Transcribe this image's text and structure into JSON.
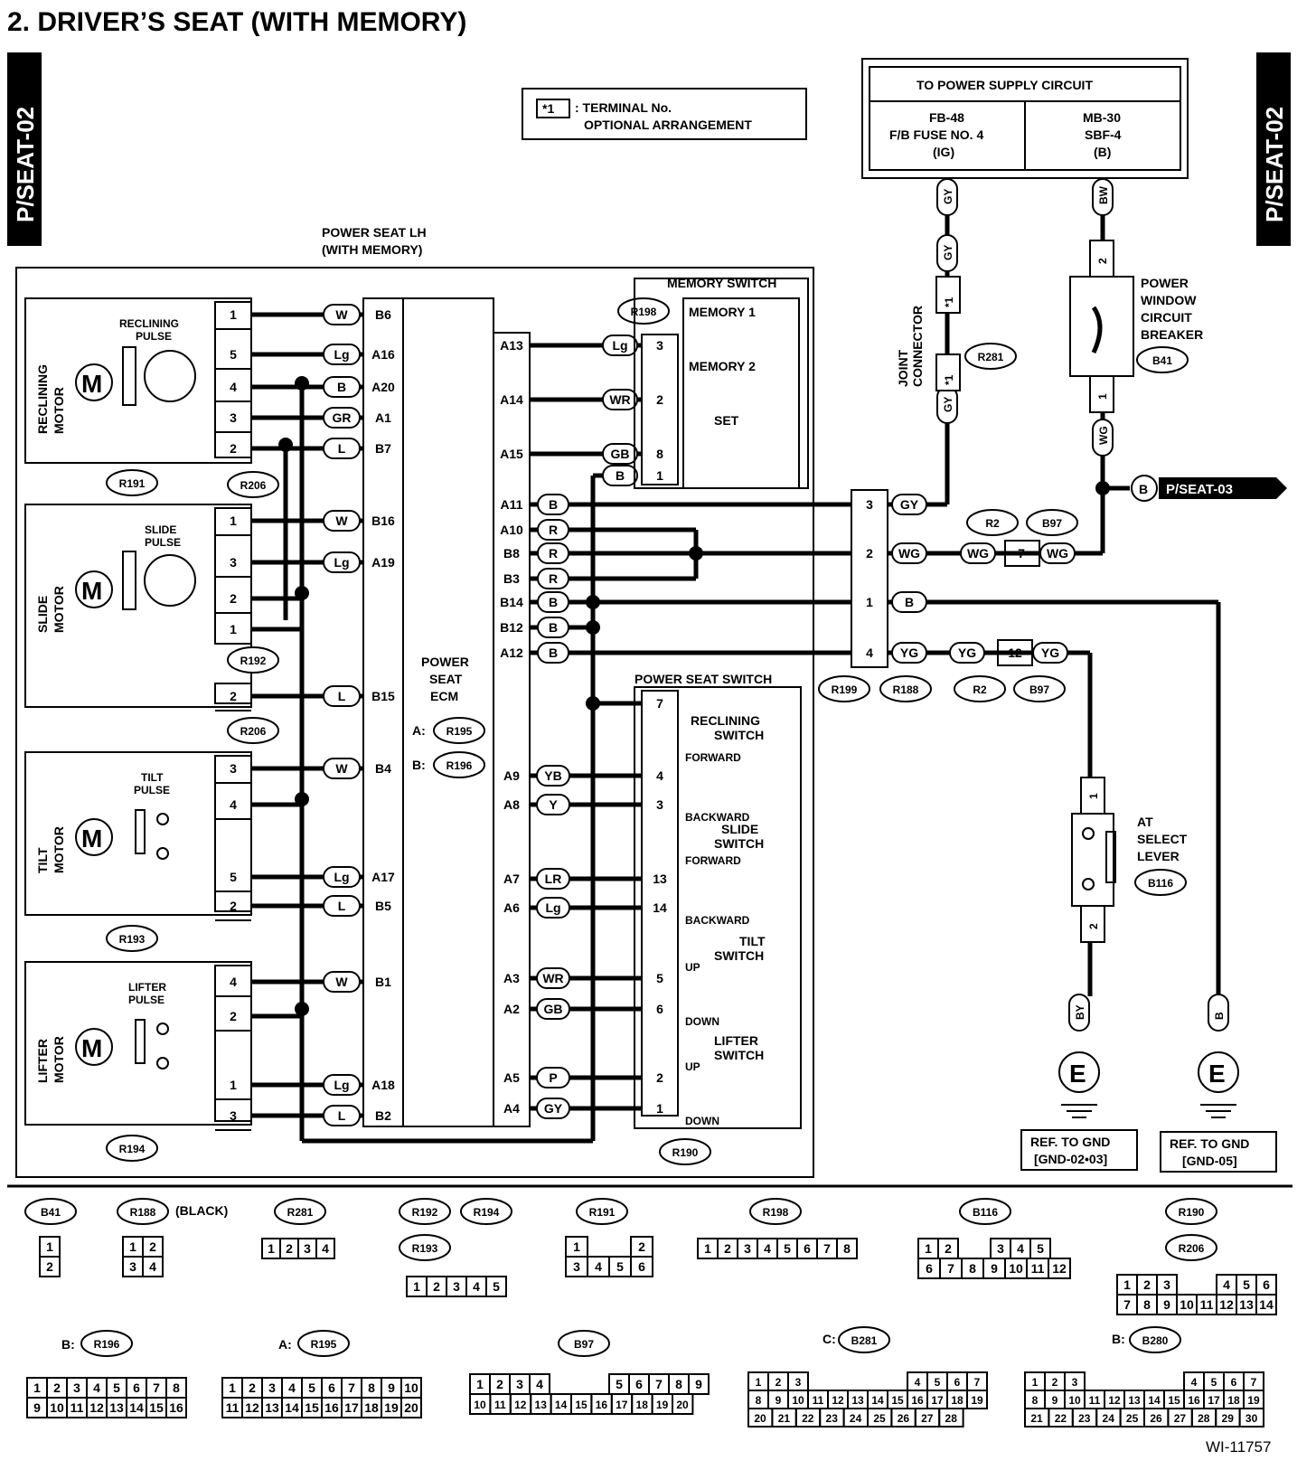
{
  "title": "2.  DRIVER’S SEAT (WITH MEMORY)",
  "side_tab": "P/SEAT-02",
  "footer_code": "WI-11757",
  "legend": {
    "mark": "*1",
    "line1": ": TERMINAL No.",
    "line2": "OPTIONAL ARRANGEMENT"
  },
  "power_supply": {
    "header": "TO POWER SUPPLY CIRCUIT",
    "left": [
      "FB-48",
      "F/B FUSE NO. 4",
      "(IG)"
    ],
    "right": [
      "MB-30",
      "SBF-4",
      "(B)"
    ]
  },
  "labels": {
    "power_seat_lh": [
      "POWER SEAT LH",
      "(WITH MEMORY)"
    ],
    "memory_switch": "MEMORY SWITCH",
    "memory1": "MEMORY 1",
    "memory2": "MEMORY 2",
    "set": "SET",
    "ecm": [
      "POWER",
      "SEAT",
      "ECM"
    ],
    "ecm_a": "A:",
    "ecm_b": "B:",
    "power_seat_switch": "POWER SEAT SWITCH",
    "reclining_switch": [
      "RECLINING",
      "SWITCH"
    ],
    "slide_switch": [
      "SLIDE",
      "SWITCH"
    ],
    "tilt_switch": [
      "TILT",
      "SWITCH"
    ],
    "lifter_switch": [
      "LIFTER",
      "SWITCH"
    ],
    "forward": "FORWARD",
    "backward": "BACKWARD",
    "up": "UP",
    "down": "DOWN",
    "reclining_motor": [
      "RECLINING",
      "MOTOR"
    ],
    "slide_motor": [
      "SLIDE",
      "MOTOR"
    ],
    "tilt_motor": [
      "TILT",
      "MOTOR"
    ],
    "lifter_motor": [
      "LIFTER",
      "MOTOR"
    ],
    "reclining_pulse": [
      "RECLINING",
      "PULSE"
    ],
    "slide_pulse": [
      "SLIDE",
      "PULSE"
    ],
    "tilt_pulse": [
      "TILT",
      "PULSE"
    ],
    "lifter_pulse": [
      "LIFTER",
      "PULSE"
    ],
    "motor_symbol": "M",
    "joint_connector": [
      "JOINT",
      "CONNECTOR"
    ],
    "breaker": [
      "POWER",
      "WINDOW",
      "CIRCUIT",
      "BREAKER"
    ],
    "at_select": [
      "AT",
      "SELECT",
      "LEVER"
    ],
    "ground_symbol": "E",
    "ref_gnd_1": [
      "REF. TO GND",
      "[GND-02•03]"
    ],
    "ref_gnd_2": [
      "REF. TO GND",
      "[GND-05]"
    ],
    "pseat03": "P/SEAT-03",
    "pseat03_mark": "B",
    "black": "(BLACK)"
  },
  "connectors": {
    "R198": "R198",
    "R281": "R281",
    "B41": "B41",
    "R191": "R191",
    "R206": "R206",
    "R192": "R192",
    "R193": "R193",
    "R194": "R194",
    "R195": "R195",
    "R196": "R196",
    "R190": "R190",
    "R199": "R199",
    "R188": "R188",
    "R2": "R2",
    "B97": "B97",
    "B116": "B116",
    "B281": "B281",
    "B280": "B280"
  },
  "motor_pins": [
    {
      "pin": "1",
      "wire": "W",
      "ecm": "B6"
    },
    {
      "pin": "5",
      "wire": "Lg",
      "ecm": "A16"
    },
    {
      "pin": "4",
      "wire": "B",
      "ecm": "A20"
    },
    {
      "pin": "3",
      "wire": "GR",
      "ecm": "A1"
    },
    {
      "pin": "2",
      "wire": "L",
      "ecm": "B7"
    },
    {
      "pin": "1",
      "wire": "W",
      "ecm": "B16"
    },
    {
      "pin": "3",
      "wire": "Lg",
      "ecm": "A19"
    },
    {
      "pin": "2",
      "wire": "",
      "ecm": ""
    },
    {
      "pin": "1",
      "wire": "",
      "ecm": ""
    },
    {
      "pin": "2",
      "wire": "L",
      "ecm": "B15"
    },
    {
      "pin": "3",
      "wire": "W",
      "ecm": "B4"
    },
    {
      "pin": "4",
      "wire": "",
      "ecm": ""
    },
    {
      "pin": "5",
      "wire": "Lg",
      "ecm": "A17"
    },
    {
      "pin": "2",
      "wire": "L",
      "ecm": "B5"
    },
    {
      "pin": "4",
      "wire": "W",
      "ecm": "B1"
    },
    {
      "pin": "2",
      "wire": "",
      "ecm": ""
    },
    {
      "pin": "1",
      "wire": "Lg",
      "ecm": "A18"
    },
    {
      "pin": "3",
      "wire": "L",
      "ecm": "B2"
    }
  ],
  "memory_pins": [
    {
      "ecm": "A13",
      "wire": "Lg",
      "pin": "3"
    },
    {
      "ecm": "A14",
      "wire": "WR",
      "pin": "2"
    },
    {
      "ecm": "A15",
      "wire": "GB",
      "pin": "8"
    },
    {
      "ecm": "",
      "wire": "B",
      "pin": "1"
    }
  ],
  "right_pins": [
    {
      "ecm": "A11",
      "wire": "B"
    },
    {
      "ecm": "A10",
      "wire": "R"
    },
    {
      "ecm": "B8",
      "wire": "R"
    },
    {
      "ecm": "B3",
      "wire": "R"
    },
    {
      "ecm": "B14",
      "wire": "B"
    },
    {
      "ecm": "B12",
      "wire": "B"
    },
    {
      "ecm": "A12",
      "wire": "B"
    }
  ],
  "switch_pins": [
    {
      "ecm": "",
      "wire": "",
      "pin": "7"
    },
    {
      "ecm": "A9",
      "wire": "YB",
      "pin": "4"
    },
    {
      "ecm": "A8",
      "wire": "Y",
      "pin": "3"
    },
    {
      "ecm": "A7",
      "wire": "LR",
      "pin": "13"
    },
    {
      "ecm": "A6",
      "wire": "Lg",
      "pin": "14"
    },
    {
      "ecm": "A3",
      "wire": "WR",
      "pin": "5"
    },
    {
      "ecm": "A2",
      "wire": "GB",
      "pin": "6"
    },
    {
      "ecm": "A5",
      "wire": "P",
      "pin": "2"
    },
    {
      "ecm": "A4",
      "wire": "GY",
      "pin": "1"
    }
  ],
  "r199_pins": [
    {
      "pin": "3",
      "wire": "GY"
    },
    {
      "pin": "2",
      "wire": "WG"
    },
    {
      "pin": "1",
      "wire": "B"
    },
    {
      "pin": "4",
      "wire": "YG"
    }
  ],
  "mid_wires": {
    "wg_left": "WG",
    "wg_pin": "7",
    "wg_right": "WG",
    "yg_left": "YG",
    "yg_pin": "12",
    "yg_right": "YG"
  },
  "vertical_wires": {
    "gy_top": "GY",
    "gy_mid": "GY",
    "gy_bot": "GY",
    "jc_top": "*1",
    "jc_bot": "*1",
    "bw": "BW",
    "breaker_top": "2",
    "breaker_bot": "1",
    "wg": "WG",
    "at_top": "1",
    "at_bot": "2",
    "by": "BY",
    "b": "B"
  },
  "bottom_connectors": {
    "b41": [
      "1",
      "2"
    ],
    "r188": [
      "1",
      "2",
      "3",
      "4"
    ],
    "r281": [
      "1",
      "2",
      "3",
      "4"
    ],
    "r192": [
      "1",
      "2",
      "3",
      "4",
      "5"
    ],
    "r191": [
      "1",
      "2",
      "3",
      "4",
      "5",
      "6"
    ],
    "r198": [
      "1",
      "2",
      "3",
      "4",
      "5",
      "6",
      "7",
      "8"
    ],
    "b116_top": [
      "1",
      "2",
      "3",
      "4",
      "5"
    ],
    "b116_bot": [
      "6",
      "7",
      "8",
      "9",
      "10",
      "11",
      "12"
    ],
    "r190_top": [
      "1",
      "2",
      "3",
      "4",
      "5",
      "6"
    ],
    "r190_bot": [
      "7",
      "8",
      "9",
      "10",
      "11",
      "12",
      "13",
      "14"
    ],
    "r196_top": [
      "1",
      "2",
      "3",
      "4",
      "5",
      "6",
      "7",
      "8"
    ],
    "r196_bot": [
      "9",
      "10",
      "11",
      "12",
      "13",
      "14",
      "15",
      "16"
    ],
    "r195_top": [
      "1",
      "2",
      "3",
      "4",
      "5",
      "6",
      "7",
      "8",
      "9",
      "10"
    ],
    "r195_bot": [
      "11",
      "12",
      "13",
      "14",
      "15",
      "16",
      "17",
      "18",
      "19",
      "20"
    ],
    "b97_top": [
      "1",
      "2",
      "3",
      "4",
      "5",
      "6",
      "7",
      "8",
      "9"
    ],
    "b97_bot": [
      "10",
      "11",
      "12",
      "13",
      "14",
      "15",
      "16",
      "17",
      "18",
      "19",
      "20"
    ],
    "b281_top": [
      "1",
      "2",
      "3",
      "4",
      "5",
      "6",
      "7"
    ],
    "b281_mid": [
      "8",
      "9",
      "10",
      "11",
      "12",
      "13",
      "14",
      "15",
      "16",
      "17",
      "18",
      "19"
    ],
    "b281_bot": [
      "20",
      "21",
      "22",
      "23",
      "24",
      "25",
      "26",
      "27",
      "28"
    ],
    "b280_top": [
      "1",
      "2",
      "3",
      "4",
      "5",
      "6",
      "7"
    ],
    "b280_mid": [
      "8",
      "9",
      "10",
      "11",
      "12",
      "13",
      "14",
      "15",
      "16",
      "17",
      "18",
      "19"
    ],
    "b280_bot": [
      "21",
      "22",
      "23",
      "24",
      "25",
      "26",
      "27",
      "28",
      "29",
      "30"
    ],
    "prefix_b": "B:",
    "prefix_a": "A:",
    "prefix_c": "C:"
  }
}
